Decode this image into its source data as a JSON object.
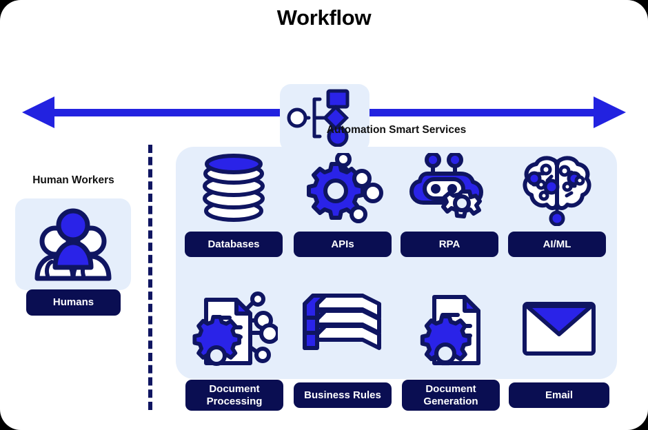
{
  "page": {
    "title": "Workflow",
    "colors": {
      "arrow_blue": "#2222e0",
      "icon_navy": "#0f1561",
      "label_navy": "#0a0e52",
      "panel_blue": "#e5eefb",
      "icon_blue": "#2a23e8"
    }
  },
  "workflow_icon": {
    "name": "workflow-diagram-icon",
    "nodes": [
      "circle-source",
      "square",
      "diamond",
      "circle"
    ]
  },
  "arrow": {
    "name": "bidirectional-arrow",
    "direction": "bidirectional"
  },
  "human_section": {
    "heading": "Human Workers",
    "icon_name": "humans-group-icon",
    "label": "Humans"
  },
  "services_section": {
    "heading": "Automation Smart Services",
    "rows": [
      {
        "items": [
          {
            "label": "Databases",
            "icon": "database-stack-icon"
          },
          {
            "label": "APIs",
            "icon": "gear-network-icon"
          },
          {
            "label": "RPA",
            "icon": "robot-gear-icon"
          },
          {
            "label": "AI/ML",
            "icon": "brain-circuit-icon"
          }
        ]
      },
      {
        "items": [
          {
            "label": "Document\nProcessing",
            "icon": "document-gear-network-icon"
          },
          {
            "label": "Business Rules",
            "icon": "book-stack-icon"
          },
          {
            "label": "Document\nGeneration",
            "icon": "document-gear-icon"
          },
          {
            "label": "Email",
            "icon": "envelope-icon"
          }
        ]
      }
    ]
  }
}
